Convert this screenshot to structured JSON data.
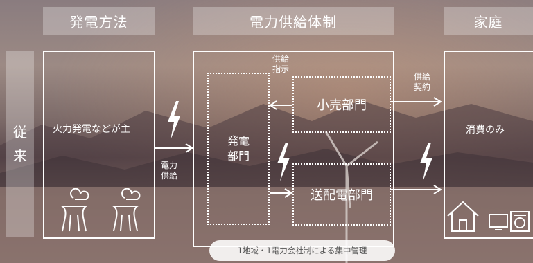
{
  "headers": {
    "method": "発電方法",
    "system": "電力供給体制",
    "home": "家庭"
  },
  "side_label": [
    "従",
    "来"
  ],
  "left_box": {
    "text": "火力発電などが主"
  },
  "arrow_labels": {
    "power_supply": [
      "電力",
      "供給"
    ],
    "supply_instruction": [
      "供給",
      "指示"
    ],
    "supply_contract": [
      "供給",
      "契約"
    ]
  },
  "center_box": {
    "generation_dept": [
      "発電",
      "部門"
    ],
    "retail_dept": "小売部門",
    "transmission_dept": "送配電部門"
  },
  "right_box": {
    "text": "消費のみ"
  },
  "footer_note": "1地域・1電力会社制による集中管理",
  "colors": {
    "line": "#ffffff",
    "panel": "rgba(255,255,255,0.28)"
  }
}
